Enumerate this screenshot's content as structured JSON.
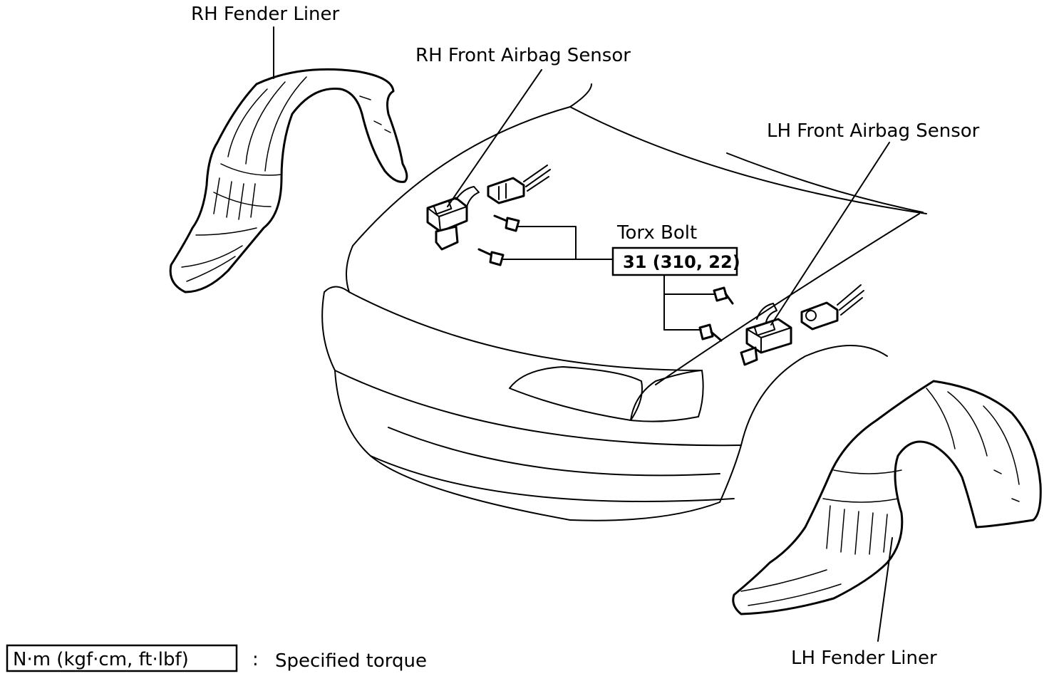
{
  "labels": {
    "rh_fender_liner": "RH Fender Liner",
    "rh_front_airbag_sensor": "RH Front Airbag Sensor",
    "lh_front_airbag_sensor": "LH Front Airbag Sensor",
    "torx_bolt": "Torx Bolt",
    "torque_value": "31 (310, 22)",
    "lh_fender_liner": "LH Fender Liner"
  },
  "legend": {
    "unit_box": "N·m (kgf·cm, ft·lbf)",
    "separator": ":",
    "description": "Specified torque"
  },
  "colors": {
    "ink": "#000000",
    "background": "#ffffff"
  }
}
